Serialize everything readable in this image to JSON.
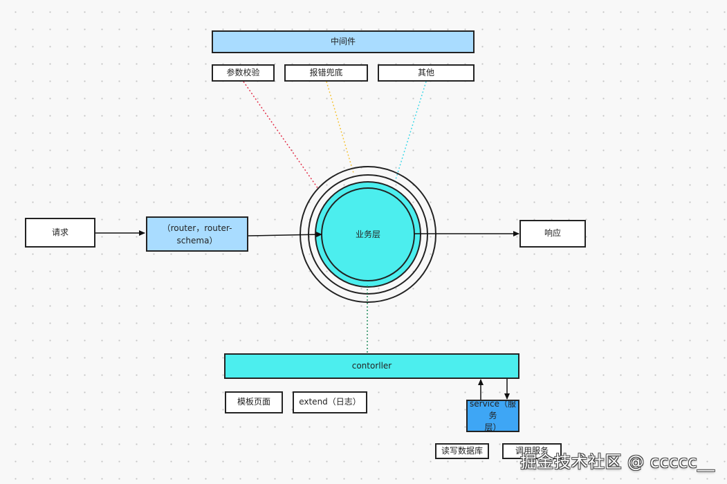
{
  "nodes": {
    "middleware": "中间件",
    "param_validation": "参数校验",
    "error_fallback": "报错兜底",
    "other": "其他",
    "request": "请求",
    "router_line1": "（router，router-",
    "router_line2": "schema）",
    "business_layer": "业务层",
    "response": "响应",
    "controller": "contorller",
    "template_page": "模板页面",
    "extend_log": "extend（日志）",
    "service_line1": "service（服务",
    "service_line2": "层）",
    "read_write_db": "读写数据库",
    "call_service": "调用服务"
  },
  "watermark": "掘金技术社区 @ ccccc__",
  "colors": {
    "light_blue": "#a9dcff",
    "cyan": "#4ceeee",
    "service_blue": "#3ea6f5",
    "red_dotted": "#e2304a",
    "yellow_dotted": "#f5c43a",
    "cyan_dotted": "#3fd8e8",
    "green_dotted": "#1f8a5a"
  }
}
